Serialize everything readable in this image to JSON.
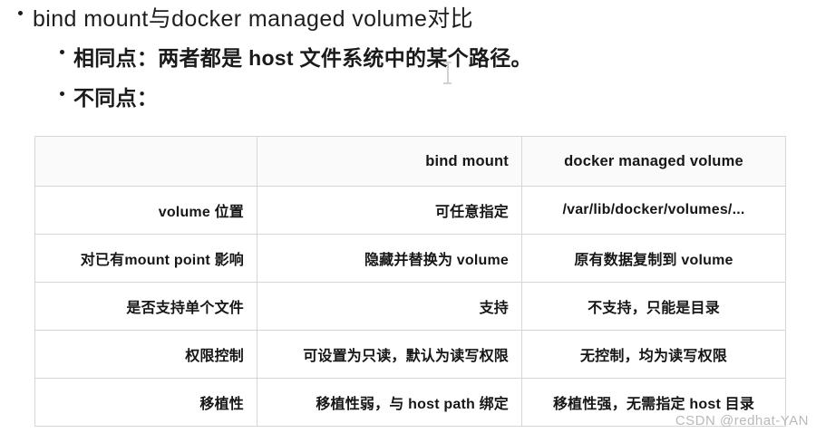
{
  "slide": {
    "bullets": [
      {
        "level": 1,
        "text": "bind mount与docker managed volume对比"
      },
      {
        "level": 2,
        "text": "相同点：两者都是 host 文件系统中的某个路径。"
      },
      {
        "level": 2,
        "text": "不同点："
      }
    ]
  },
  "table": {
    "headers": [
      "",
      "bind mount",
      "docker managed volume"
    ],
    "rows": [
      {
        "label": "volume 位置",
        "bind_mount": "可任意指定",
        "managed_volume": "/var/lib/docker/volumes/..."
      },
      {
        "label": "对已有mount point 影响",
        "bind_mount": "隐藏并替换为 volume",
        "managed_volume": "原有数据复制到 volume"
      },
      {
        "label": "是否支持单个文件",
        "bind_mount": "支持",
        "managed_volume": "不支持，只能是目录"
      },
      {
        "label": "权限控制",
        "bind_mount": "可设置为只读，默认为读写权限",
        "managed_volume": "无控制，均为读写权限"
      },
      {
        "label": "移植性",
        "bind_mount": "移植性弱，与 host path 绑定",
        "managed_volume": "移植性强，无需指定 host 目录"
      }
    ]
  },
  "watermark": {
    "text": "CSDN @redhat-YAN"
  },
  "colors": {
    "text": "#1c1c1c",
    "border": "#d6d6d6",
    "header_bg": "#fafafa",
    "watermark": "#b9b9b9"
  }
}
